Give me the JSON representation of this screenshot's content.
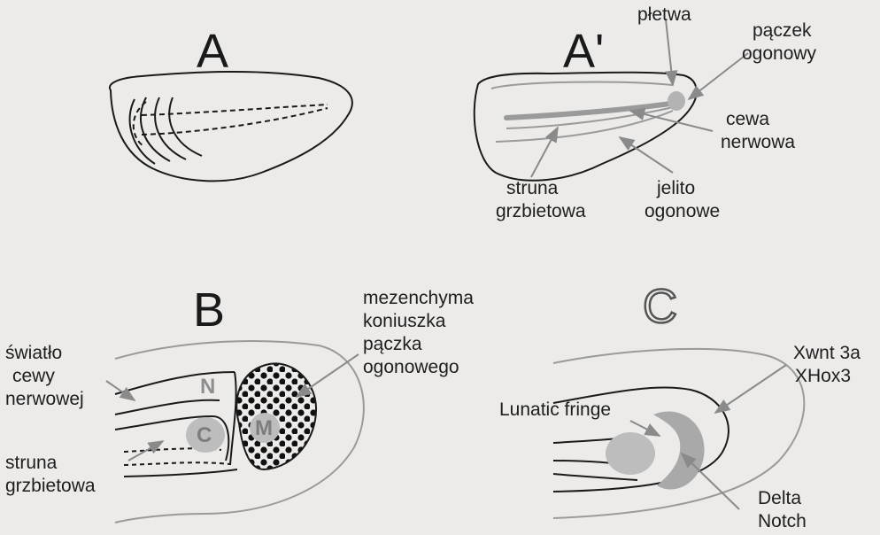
{
  "panels": {
    "A": {
      "letter": "A"
    },
    "A_prime": {
      "letter": "A'",
      "labels": {
        "pletwa": "płetwa",
        "paczek_ogonowy": [
          "pączek",
          "ogonowy"
        ],
        "cewa_nerwowa": [
          "cewa",
          "nerwowa"
        ],
        "struna_grzbietowa": [
          "struna",
          "grzbietowa"
        ],
        "jelito_ogonowe": [
          "jelito",
          "ogonowe"
        ]
      }
    },
    "B": {
      "letter": "B",
      "labels": {
        "mezenchyma": [
          "mezenchyma",
          "koniuszka",
          "pączka",
          "ogonowego"
        ],
        "swiatlo": [
          "światło",
          "cewy",
          "nerwowej"
        ],
        "struna_grzbietowa": [
          "struna",
          "grzbietowa"
        ]
      },
      "region_letters": {
        "n": "N",
        "c": "C",
        "m": "M"
      }
    },
    "C": {
      "letter": "C",
      "labels": {
        "xwnt": [
          "Xwnt 3a",
          "XHox3"
        ],
        "lunatic": "Lunatic fringe",
        "delta_notch": [
          "Delta",
          "Notch"
        ]
      }
    }
  },
  "colors": {
    "ink": "#1a1a1a",
    "gray_line": "#8a8a8a",
    "gray_fill": "#a9a9a9",
    "background": "#ecebe9"
  }
}
